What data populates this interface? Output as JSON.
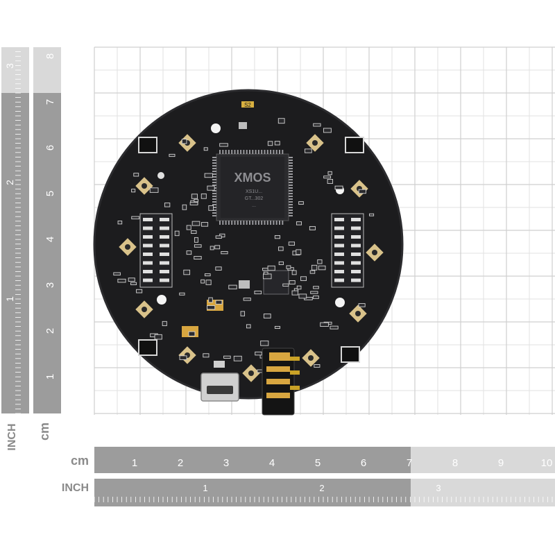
{
  "image_description_free": true,
  "board": {
    "chip_brand": "XMOS",
    "chip_line_1": "XS1U...",
    "chip_line_2": "GT...302",
    "chip_line_3": "...",
    "silk_label": "S2"
  },
  "ruler_left": {
    "unit_inch": "INCH",
    "unit_cm": "cm",
    "cm_labels": [
      "8",
      "7",
      "6",
      "5",
      "4",
      "3",
      "2",
      "1"
    ],
    "inch_labels": [
      "3",
      "2",
      "1"
    ]
  },
  "ruler_bottom": {
    "unit_cm": "cm",
    "unit_inch": "INCH",
    "cm_labels": [
      "1",
      "2",
      "3",
      "4",
      "5",
      "6",
      "7",
      "8",
      "9",
      "10"
    ],
    "inch_labels": [
      "1",
      "2",
      "3"
    ]
  },
  "colors": {
    "board": "#1c1c1e",
    "ruler_dark": "#9c9c9c",
    "ruler_light": "#d9d9d9",
    "grid": "#e3e3e3",
    "gold": "#c9a227"
  }
}
